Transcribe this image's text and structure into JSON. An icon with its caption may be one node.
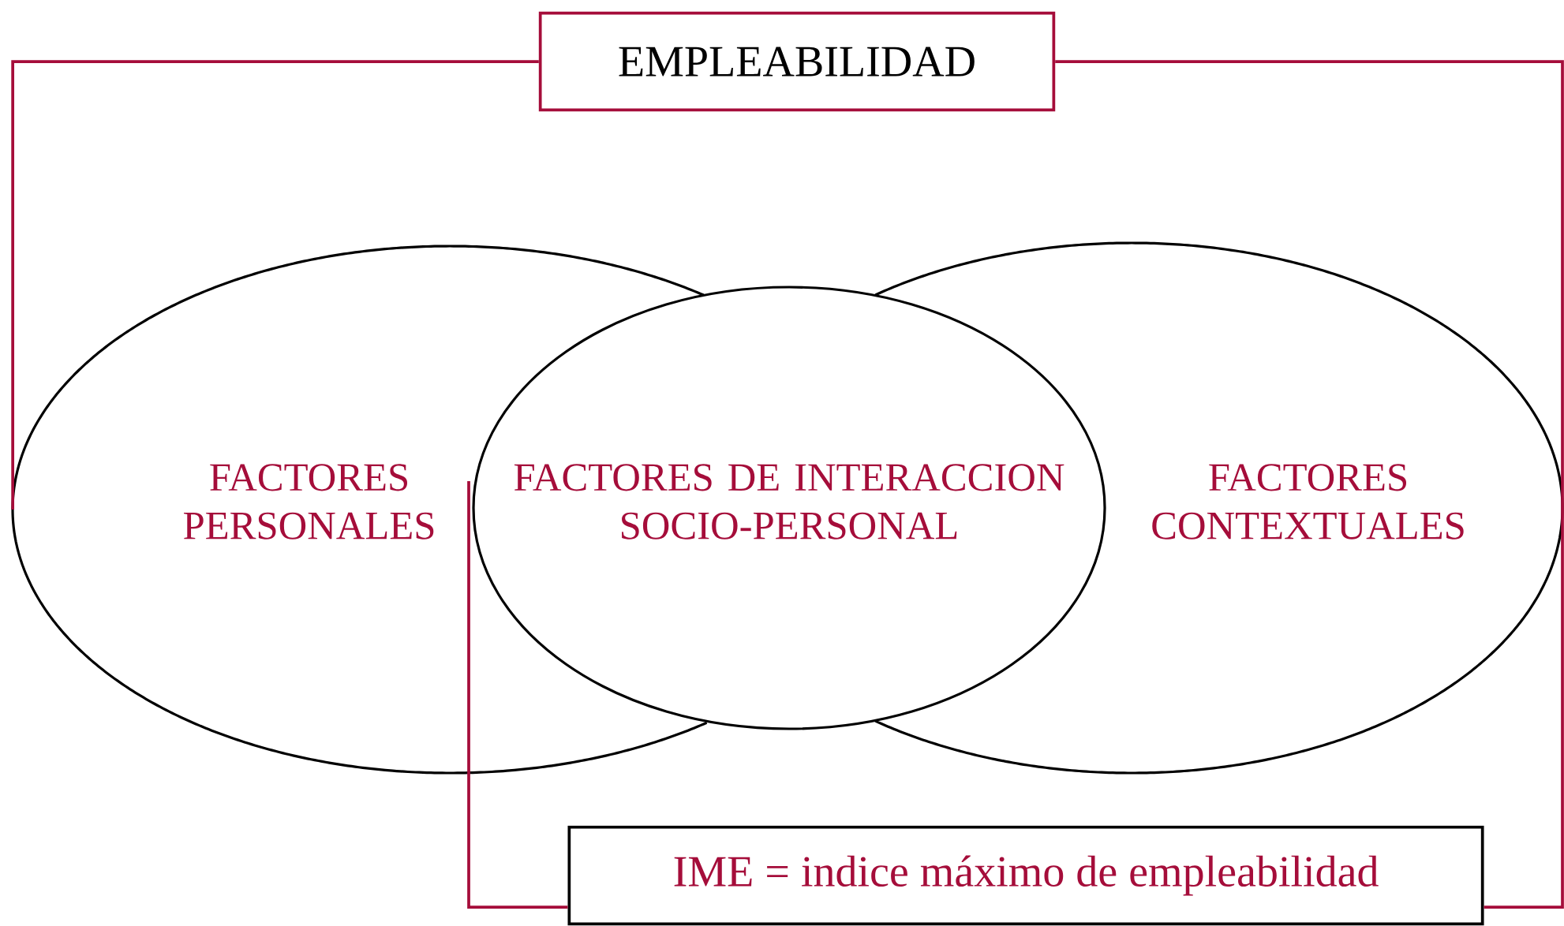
{
  "diagram": {
    "nodes": [
      {
        "text": [
          "EMPLEABILIDAD"
        ]
      },
      {
        "text": [
          "FACTORES PERSONALES"
        ]
      },
      {
        "text": [
          "FACTORES DE INTERACCION SOCIO-PERSONAL"
        ]
      },
      {
        "text": [
          "FACTORES CONTEXTUALES"
        ]
      },
      {
        "text": [
          "IME = indice máximo de empleabilidad"
        ]
      }
    ],
    "edges": [
      {
        "from": 0,
        "to": 1,
        "arrow": "none"
      },
      {
        "from": 0,
        "to": 4,
        "arrow": "none"
      },
      {
        "from": 4,
        "to": 1,
        "arrow": "none"
      }
    ]
  }
}
